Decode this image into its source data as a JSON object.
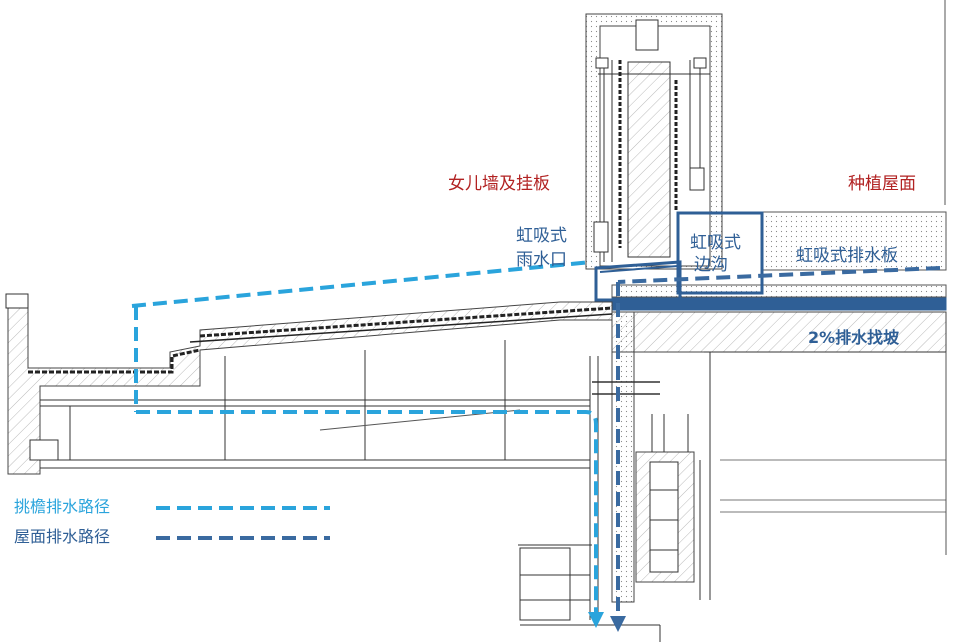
{
  "labels": {
    "parapet": "女儿墙及挂板",
    "planted_roof": "种植屋面",
    "siphon_outlet_line1": "虹吸式",
    "siphon_outlet_line2": "雨水口",
    "siphon_gutter_line1": "虹吸式",
    "siphon_gutter_line2": "边沟",
    "siphon_board": "虹吸式排水板",
    "slope": "2%排水找坡"
  },
  "legend": {
    "eave_drainage": "挑檐排水路径",
    "roof_drainage": "屋面排水路径"
  },
  "colors": {
    "eave_path": "#2aa4dc",
    "roof_path": "#3a6aa0",
    "red_label": "#b22222",
    "blue_label": "#2f5f96",
    "line": "#333333",
    "hatch": "#9a9a9a"
  }
}
